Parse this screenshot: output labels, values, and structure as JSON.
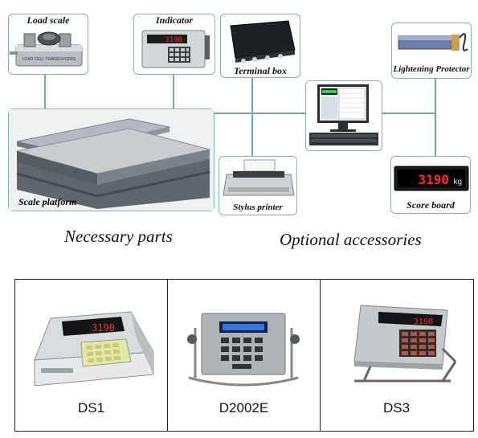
{
  "top": {
    "load_scale": "Load scale",
    "indicator": "Indicator",
    "terminal_box": "Terminal box",
    "lightening_protector": "Lightening Protector",
    "scale_platform": "Scale platform",
    "stylus_printer": "Stylus printer",
    "score_board": "Score board",
    "indicator_display": "3190",
    "score_board_display": "3190",
    "score_board_unit": "kg",
    "load_cell_text": "LOAD CELL TRANSDUCERS"
  },
  "sections": {
    "necessary": "Necessary parts",
    "optional": "Optional accessories"
  },
  "models": [
    {
      "name": "DS1",
      "display": "3190"
    },
    {
      "name": "D2002E",
      "display": ""
    },
    {
      "name": "DS3",
      "display": "3190"
    }
  ],
  "colors": {
    "frame_line": "#6fae98",
    "display_red": "#ff2a2a",
    "display_blue": "#3a8cff"
  }
}
